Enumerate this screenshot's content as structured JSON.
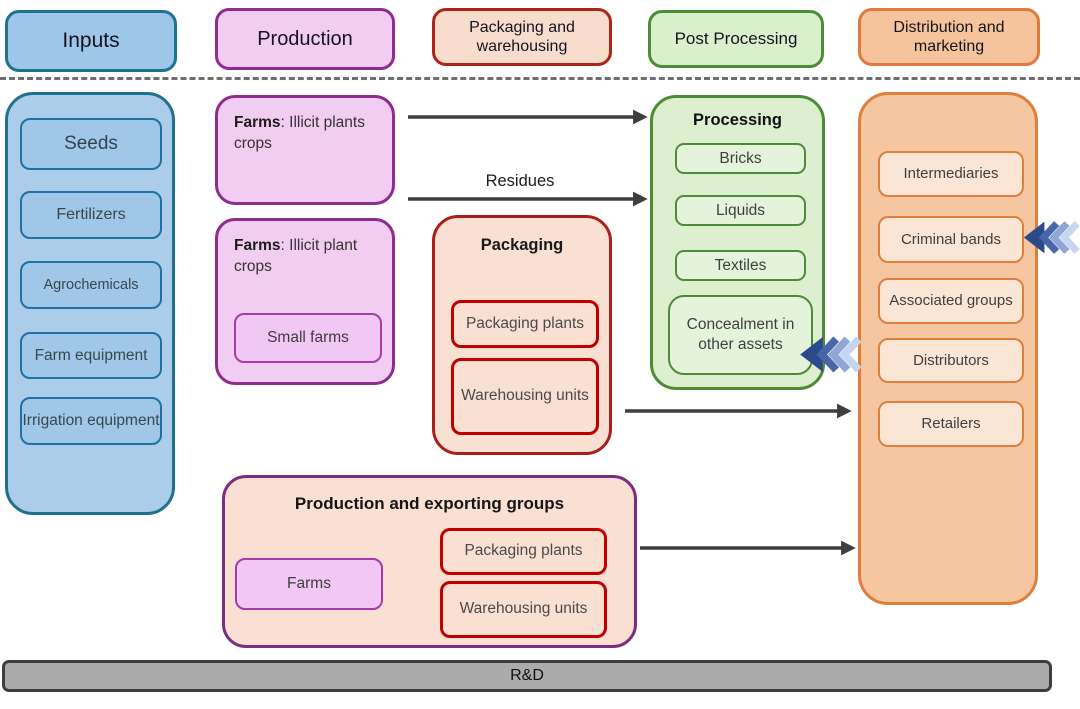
{
  "headers": {
    "inputs": "Inputs",
    "production": "Production",
    "packaging": "Packaging and warehousing",
    "post_processing": "Post Processing",
    "distribution": "Distribution and marketing"
  },
  "inputs_column": {
    "items": [
      "Seeds",
      "Fertilizers",
      "Agrochemicals",
      "Farm equipment",
      "Irrigation equipment"
    ]
  },
  "production_column": {
    "box1": {
      "bold": "Farms",
      "rest": ": Illicit plants crops"
    },
    "box2": {
      "bold": "Farms",
      "rest": ": Illicit plant crops",
      "child": "Small farms"
    }
  },
  "packaging_column": {
    "title": "Packaging",
    "items": [
      "Packaging plants",
      "Warehousing units"
    ]
  },
  "post_processing_column": {
    "title": "Processing",
    "items": [
      "Bricks",
      "Liquids",
      "Textiles",
      "Concealment in other assets"
    ]
  },
  "distribution_column": {
    "items": [
      "Intermediaries",
      "Criminal bands",
      "Associated groups",
      "Distributors",
      "Retailers"
    ]
  },
  "production_exporting_group": {
    "title": "Production and exporting groups",
    "farms": "Farms",
    "items": [
      "Packaging plants",
      "Warehousing units"
    ]
  },
  "flows": {
    "residues_label": "Residues"
  },
  "bottom_bar": {
    "label": "R&D"
  },
  "colors": {
    "blue_fill": "#A1C7E8",
    "blue_border": "#20708F",
    "pink_fill": "#F2CDF2",
    "purple_border": "#8E2D8E",
    "peach_fill": "#FAE0D2",
    "red_border": "#C00000",
    "green_fill": "#DCF0D0",
    "green_border": "#4E8B38",
    "orange_fill": "#F5C69F",
    "orange_border": "#DF7F3E",
    "gray_fill": "#ABABAB",
    "arrow": "#3F3F3F",
    "chevron_dark": "#2B4A8C",
    "chevron_mid": "#8FA7D4",
    "chevron_light": "#C7D6F0"
  }
}
